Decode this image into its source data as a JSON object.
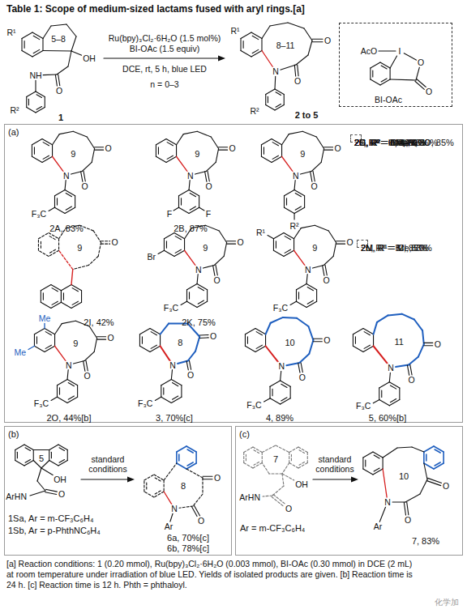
{
  "diagram": {
    "title": "Table 1: Scope of medium-sized lactams fused with aryl rings.[a]",
    "caption": "[a] Reaction conditions: 1 (0.20 mmol), Ru(bpy)₃Cl₂·6H₂O (0.003 mmol), BI-OAc (0.30 mmol) in DCE (2 mL) at room temperature under irradiation of blue LED. Yields of isolated products are given. [b] Reaction time is 24 h. [c] Reaction time is 12 h. Phth = phthaloyl.",
    "nodes": [
      {
        "text": [
          "AcO",
          "I",
          "O",
          "O",
          "BI-OAc"
        ]
      },
      {
        "text": [
          "(a)"
        ]
      },
      {
        "text": [
          "2C, R² = CF₃, 85%",
          "2D, R² = F, 44%",
          "2E, R² = n-C₄H₉CO, 85%",
          "2F, R² = H, 82%",
          "2G, R² = Me, 61%",
          "2H, R² = PhthN, 80%",
          "2J, R² = OMe, 0%"
        ],
        "in": 1
      },
      {
        "text": [
          "2L, R¹ = Br, 85%",
          "2M, R¹ = Cl, 83%",
          "2N, R¹ = Me, 70%"
        ],
        "in": 1
      },
      {
        "text": [
          "(b)"
        ]
      },
      {
        "text": [
          "(c)"
        ]
      }
    ],
    "labels": [
      "R¹",
      "5–8",
      "OH",
      "NH",
      "O",
      "R²",
      "1",
      "Ru(bpy)₃Cl₂·6H₂O (1.5 mol%)",
      "BI-OAc (1.5 equiv)",
      "DCE, rt, 5 h, blue LED",
      "n = 0–3",
      "R¹",
      "8–11",
      "O",
      "N",
      "O",
      "R²",
      "2 to 5",
      "9",
      "O",
      "N",
      "O",
      "F₃C",
      "2A, 83%",
      "9",
      "O",
      "N",
      "O",
      "F",
      "F",
      "2B, 87%",
      "9",
      "O",
      "N",
      "O",
      "R²",
      "9",
      "O",
      "2I, 42%",
      "9",
      "O",
      "N",
      "O",
      "Br",
      "F₃C",
      "2K, 75%",
      "9",
      "O",
      "N",
      "O",
      "R¹",
      "F₃C",
      "9",
      "O",
      "N",
      "O",
      "Me",
      "Me",
      "F₃C",
      "2O, 44%[b]",
      "8",
      "O",
      "N",
      "O",
      "F₃C",
      "3, 70%[c]",
      "10",
      "O",
      "N",
      "O",
      "F₃C",
      "4, 89%",
      "11",
      "O",
      "N",
      "O",
      "F₃C",
      "5, 60%[b]",
      "5",
      "OH",
      "ArHN",
      "O",
      "standard conditions",
      "1Sa, Ar = m-CF₃C₆H₄",
      "1Sb, Ar = p-PhthNC₆H₄",
      "8",
      "O",
      "N",
      "Ar",
      "O",
      "6a, 70%[c]",
      "6b, 78%[c]",
      "7",
      "OH",
      "ArHN",
      "O",
      "standard conditions",
      "Ar = m-CF₃C₆H₄",
      "10",
      "O",
      "N",
      "Ar",
      "O",
      "7, 83%",
      "化学加"
    ]
  }
}
